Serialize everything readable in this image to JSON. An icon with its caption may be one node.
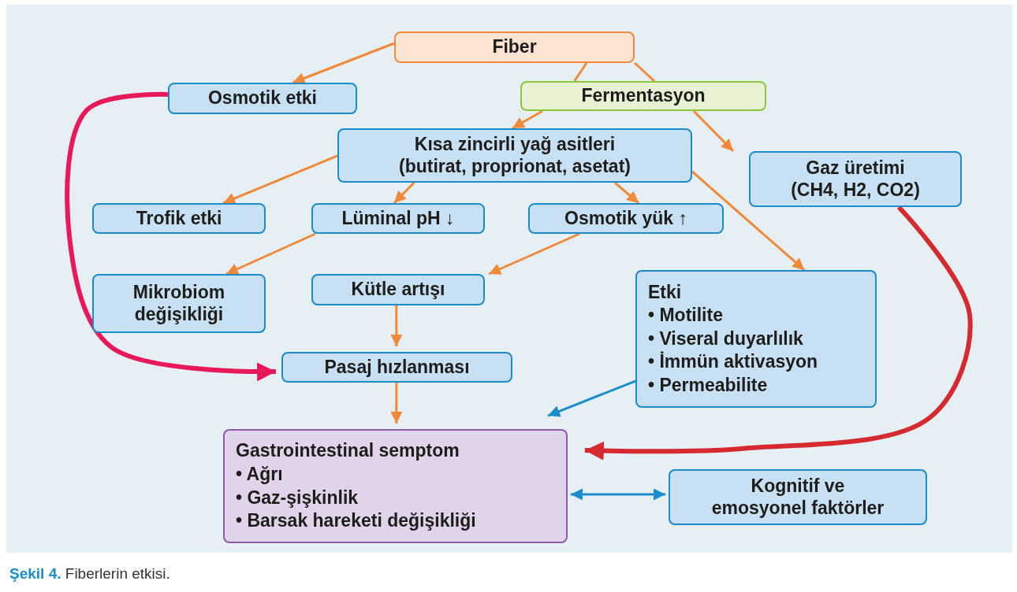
{
  "diagram": {
    "caption": "**Şekil 4.** Fiberlerin etkisi.",
    "nodes": [
      {
        "text": [
          "Fiber"
        ]
      },
      {
        "text": [
          "Osmotik etki"
        ]
      },
      {
        "text": [
          "Fermentasyon"
        ]
      },
      {
        "text": [
          "Kısa zincirli yağ asitleri (butirat, proprionat, asetat)"
        ]
      },
      {
        "text": [
          "Gaz üretimi (CH4, H2, CO2)"
        ]
      },
      {
        "text": [
          "Trofik etki"
        ]
      },
      {
        "text": [
          "Lüminal pH ↓"
        ]
      },
      {
        "text": [
          "Osmotik yük ↑"
        ]
      },
      {
        "text": [
          "Mikrobiom değişikliği"
        ]
      },
      {
        "text": [
          "Kütle artışı"
        ]
      },
      {
        "text": [
          "Etki",
          "• Motilite",
          "• Viseral duyarlılık",
          "• İmmün aktivasyon",
          "• Permeabilite"
        ]
      },
      {
        "text": [
          "Pasaj hızlanması"
        ]
      },
      {
        "text": [
          "Gastrointestinal semptom",
          "• Ağrı",
          "• Gaz-şişkinlik",
          "• Barsak hareketi değişikliği"
        ]
      },
      {
        "text": [
          "Kognitif ve emosyonel faktörler"
        ]
      }
    ],
    "edges": [
      {
        "from": 0,
        "to": 1,
        "arrow": "to"
      },
      {
        "from": 0,
        "to": 2,
        "arrow": "none"
      },
      {
        "from": 0,
        "to": 2,
        "arrow": "none"
      },
      {
        "from": 2,
        "to": 3,
        "arrow": "to"
      },
      {
        "from": 2,
        "to": 4,
        "arrow": "to"
      },
      {
        "from": 3,
        "to": 5,
        "arrow": "to"
      },
      {
        "from": 3,
        "to": 6,
        "arrow": "to"
      },
      {
        "from": 3,
        "to": 7,
        "arrow": "to"
      },
      {
        "from": 3,
        "to": 10,
        "arrow": "to"
      },
      {
        "from": 6,
        "to": 8,
        "arrow": "to"
      },
      {
        "from": 7,
        "to": 9,
        "arrow": "to"
      },
      {
        "from": 9,
        "to": 11,
        "arrow": "to"
      },
      {
        "from": 11,
        "to": 12,
        "arrow": "to"
      },
      {
        "from": 1,
        "to": 11,
        "arrow": "to",
        "style": "thick",
        "color": "#e8195a"
      },
      {
        "from": 4,
        "to": 12,
        "arrow": "to",
        "style": "thick",
        "color": "#d42a30"
      },
      {
        "from": 10,
        "to": 12,
        "arrow": "to",
        "color": "#1a8ccc"
      },
      {
        "from": 12,
        "to": 13,
        "arrow": "both",
        "color": "#1a8ccc"
      }
    ]
  }
}
